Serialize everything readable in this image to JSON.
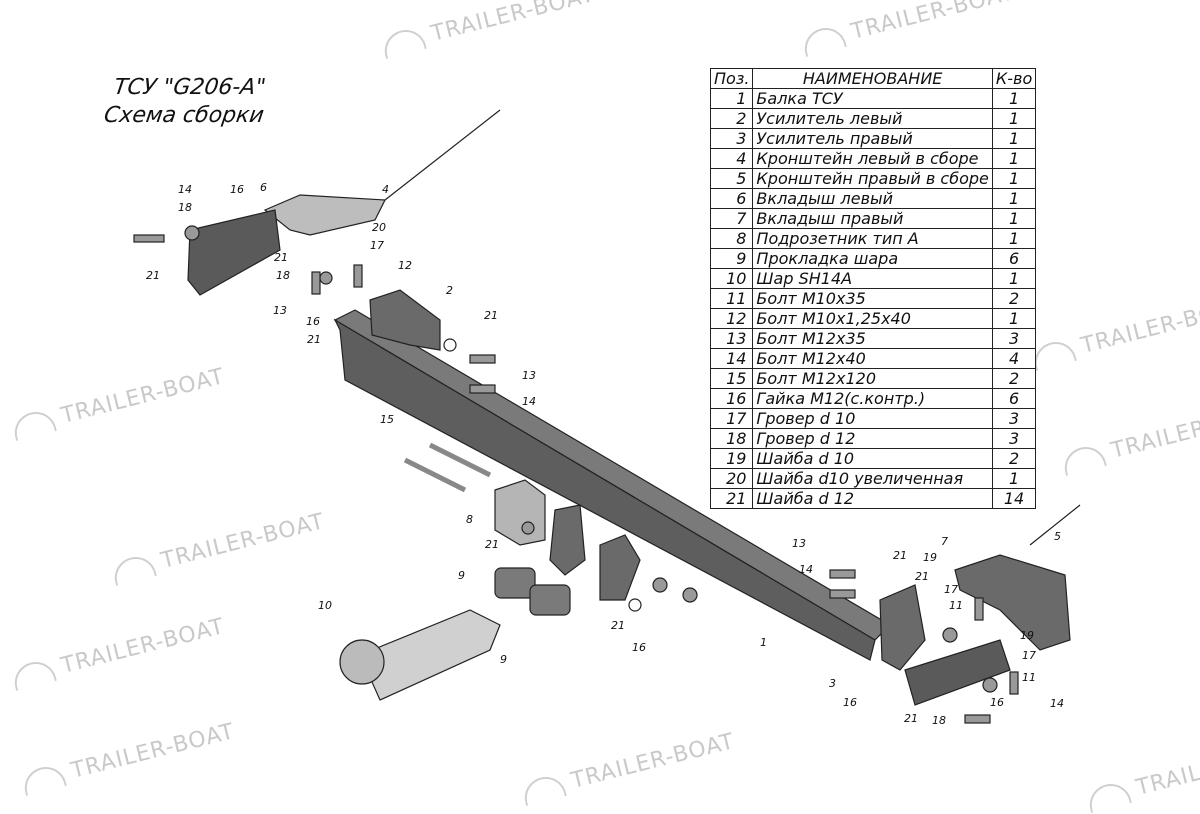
{
  "title": {
    "line1": "ТСУ \"G206-A\"",
    "line2": "Схема сборки"
  },
  "watermark": "TRAILER-BOAT",
  "table": {
    "headers": {
      "pos": "Поз.",
      "name": "НАИМЕНОВАНИЕ",
      "qty": "К-во"
    },
    "rows": [
      {
        "pos": "1",
        "name": "Балка ТСУ",
        "qty": "1"
      },
      {
        "pos": "2",
        "name": "Усилитель левый",
        "qty": "1"
      },
      {
        "pos": "3",
        "name": "Усилитель правый",
        "qty": "1"
      },
      {
        "pos": "4",
        "name": "Кронштейн левый в сборе",
        "qty": "1"
      },
      {
        "pos": "5",
        "name": "Кронштейн правый в сборе",
        "qty": "1"
      },
      {
        "pos": "6",
        "name": "Вкладыш левый",
        "qty": "1"
      },
      {
        "pos": "7",
        "name": "Вкладыш правый",
        "qty": "1"
      },
      {
        "pos": "8",
        "name": "Подрозетник тип А",
        "qty": "1"
      },
      {
        "pos": "9",
        "name": "Прокладка шара",
        "qty": "6"
      },
      {
        "pos": "10",
        "name": "Шар SH14A",
        "qty": "1"
      },
      {
        "pos": "11",
        "name": "Болт М10х35",
        "qty": "2"
      },
      {
        "pos": "12",
        "name": "Болт М10х1,25х40",
        "qty": "1"
      },
      {
        "pos": "13",
        "name": "Болт М12х35",
        "qty": "3"
      },
      {
        "pos": "14",
        "name": "Болт М12х40",
        "qty": "4"
      },
      {
        "pos": "15",
        "name": "Болт М12х120",
        "qty": "2"
      },
      {
        "pos": "16",
        "name": "Гайка М12(с.контр.)",
        "qty": "6"
      },
      {
        "pos": "17",
        "name": "Гровер d 10",
        "qty": "3"
      },
      {
        "pos": "18",
        "name": "Гровер d 12",
        "qty": "3"
      },
      {
        "pos": "19",
        "name": "Шайба d 10",
        "qty": "2"
      },
      {
        "pos": "20",
        "name": "Шайба d10 увеличенная",
        "qty": "1"
      },
      {
        "pos": "21",
        "name": "Шайба d 12",
        "qty": "14"
      }
    ]
  },
  "callouts": [
    "14",
    "18",
    "16",
    "6",
    "4",
    "20",
    "17",
    "21",
    "18",
    "12",
    "13",
    "16",
    "21",
    "21",
    "2",
    "21",
    "13",
    "14",
    "15",
    "8",
    "21",
    "9",
    "10",
    "9",
    "21",
    "16",
    "1",
    "3",
    "16",
    "13",
    "14",
    "21",
    "21",
    "19",
    "7",
    "5",
    "17",
    "11",
    "19",
    "17",
    "11",
    "21",
    "18",
    "16",
    "14"
  ],
  "colors": {
    "part_fill": "#6b6b6b",
    "part_light": "#a8a8a8",
    "line": "#222222",
    "watermark": "#c9c9c9"
  }
}
